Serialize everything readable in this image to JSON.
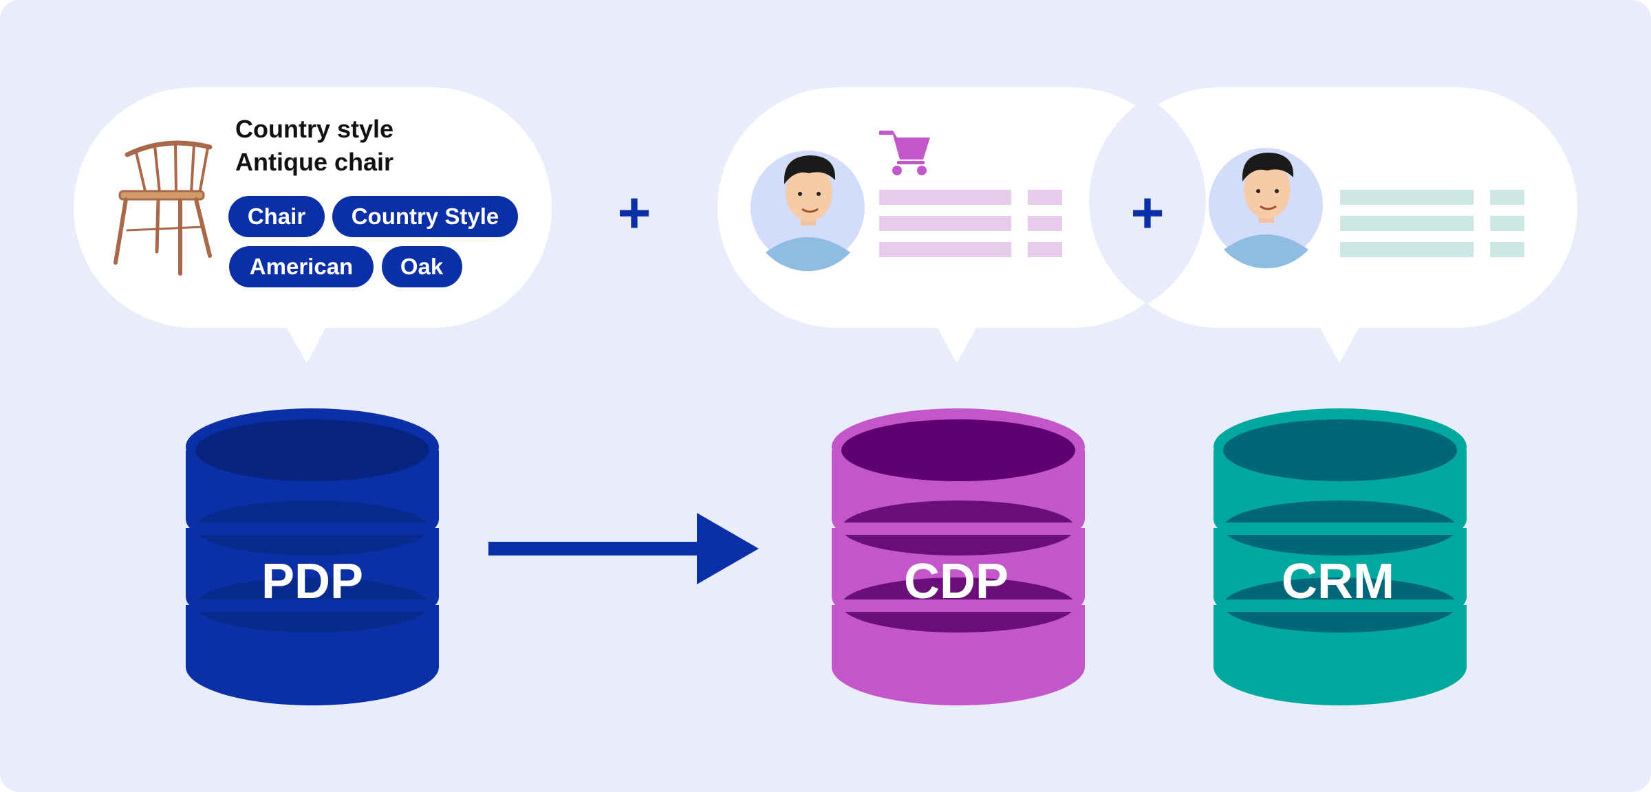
{
  "product_bubble": {
    "title_line1": "Country style",
    "title_line2": "Antique chair",
    "tags": [
      "Chair",
      "Country Style",
      "American",
      "Oak"
    ]
  },
  "databases": {
    "pdp": {
      "label": "PDP"
    },
    "cdp": {
      "label": "CDP"
    },
    "crm": {
      "label": "CRM"
    }
  },
  "operators": {
    "plus": "+"
  },
  "colors": {
    "background": "#E9EDFB",
    "navy": "#0B2FA6",
    "purple": "#C456CB",
    "teal": "#00A89E",
    "bubble": "#FFFFFF"
  },
  "icons": [
    "chair-icon",
    "shopping-cart-icon",
    "person-avatar-icon",
    "arrow-right-icon"
  ]
}
